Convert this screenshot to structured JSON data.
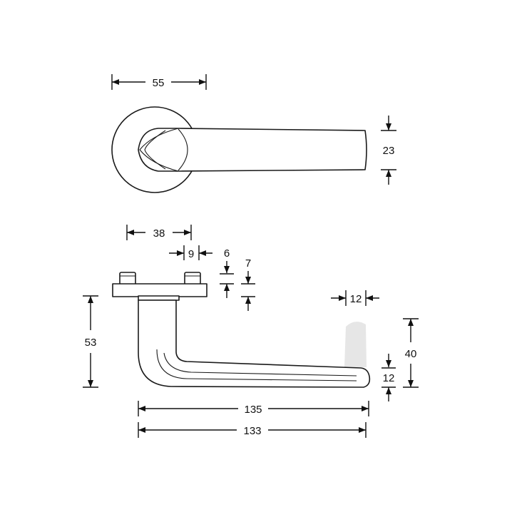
{
  "colors": {
    "line": "#1a1a1a",
    "background": "#ffffff",
    "lever_end_shade": "#e6e6e6"
  },
  "top_view": {
    "dimensions": {
      "rose_width": "55",
      "lever_end_height": "23"
    }
  },
  "side_view": {
    "dimensions": {
      "rose_offset": "38",
      "neck_width": "9",
      "rose_thickness": "6",
      "base_thickness": "7",
      "end_width": "12",
      "total_height": "53",
      "end_rise": "40",
      "lever_thickness": "12",
      "overall_length": "135",
      "lever_length": "133"
    }
  }
}
